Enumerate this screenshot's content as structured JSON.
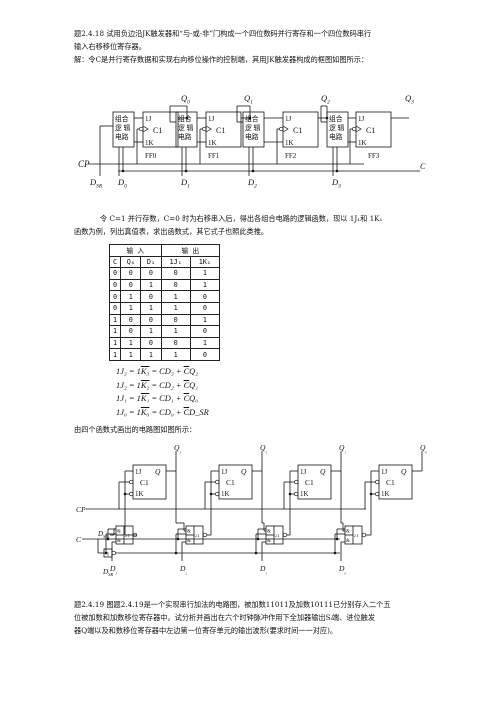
{
  "problem_2_4_18": {
    "title": "题2.4.18 试用负边沿JK触发器和“与-或-非”门构成一个四位数码并行寄存和一个四位数码串行",
    "title_cont": "输入右移移位寄存器。",
    "solution": "解：令C是并行寄存数据和实现右向移位操作的控制端，其用JK触发器构成的框图如图所示："
  },
  "block_diagram": {
    "logic_block": [
      "组合",
      "逻 辑",
      "电路"
    ],
    "j": "1J",
    "c": "C1",
    "k": "1K",
    "ff_labels": [
      "FF0",
      "FF1",
      "FF2",
      "FF3"
    ],
    "q_labels": [
      "Q",
      "Q",
      "Q",
      "Q"
    ],
    "q_subs": [
      "0",
      "1",
      "2",
      "3"
    ],
    "cp": "CP",
    "c_label": "C",
    "inputs": [
      "D",
      "D",
      "D",
      "D",
      "D"
    ],
    "input_subs": [
      "SR",
      "0",
      "1",
      "2",
      "3"
    ]
  },
  "description": {
    "line1": "令 C=1 并行存数，C=0 时为右移串入后，得出各组合电路的逻辑函数，现以 1J₁和 1K₁",
    "line2": "函数为例，列出真值表，求出函数式，其它式子也照此类推。"
  },
  "truth_table": {
    "group_headers": [
      "输 入",
      "输 出"
    ],
    "columns": [
      "C",
      "Q₀",
      "D₁",
      "1J₁",
      "1K₁"
    ],
    "rows": [
      [
        "0",
        "0",
        "0",
        "0",
        "1"
      ],
      [
        "0",
        "0",
        "1",
        "0",
        "1"
      ],
      [
        "0",
        "1",
        "0",
        "1",
        "0"
      ],
      [
        "0",
        "1",
        "1",
        "1",
        "0"
      ],
      [
        "1",
        "0",
        "0",
        "0",
        "1"
      ],
      [
        "1",
        "0",
        "1",
        "1",
        "0"
      ],
      [
        "1",
        "1",
        "0",
        "0",
        "1"
      ],
      [
        "1",
        "1",
        "1",
        "1",
        "0"
      ]
    ]
  },
  "equations": [
    {
      "lhs": "1J₃ = 1",
      "bar": "K₃",
      "rhs": " = CD₃ + ",
      "bar2": "C",
      "tail": "Q₂"
    },
    {
      "lhs": "1J₂ = 1",
      "bar": "K₂",
      "rhs": " = CD₂ + ",
      "bar2": "C",
      "tail": "Q₁"
    },
    {
      "lhs": "1J₁ = 1",
      "bar": "K₁",
      "rhs": " = CD₁ + ",
      "bar2": "C",
      "tail": "Q₀"
    },
    {
      "lhs": "1J₀ = 1",
      "bar": "K₀",
      "rhs": " = CD₀ + ",
      "bar2": "C",
      "tail": "D_SR"
    }
  ],
  "circuit_caption": "由四个函数式画出的电路图如图所示：",
  "circuit": {
    "j": "1J",
    "c": "C1",
    "k": "1K",
    "q": "Q",
    "q_labels": [
      "Q₃",
      "Q₂",
      "Q₁",
      "Q₀"
    ],
    "gate_amp": "&",
    "gate_ge": "≥1",
    "inverter": "1",
    "cp": "CP",
    "c_label": "C",
    "d_inputs": [
      "D₃",
      "D₂",
      "D₁",
      "D₀"
    ],
    "dsr": "D_SR"
  },
  "problem_2_4_19": {
    "line1": "题2.4.19 图题2.4.19是一个实现串行加法的电路图，被加数11011及加数10111已分别存入二个五",
    "line2": "位被加数和加数移位寄存器中。试分析并画出在六个时钟脉冲作用下全加器输出Sᵢ端、进位触发",
    "line3": "器Q端以及和数移位寄存器中左边第一位寄存单元的输出波形(要求时间一一对应)。"
  }
}
